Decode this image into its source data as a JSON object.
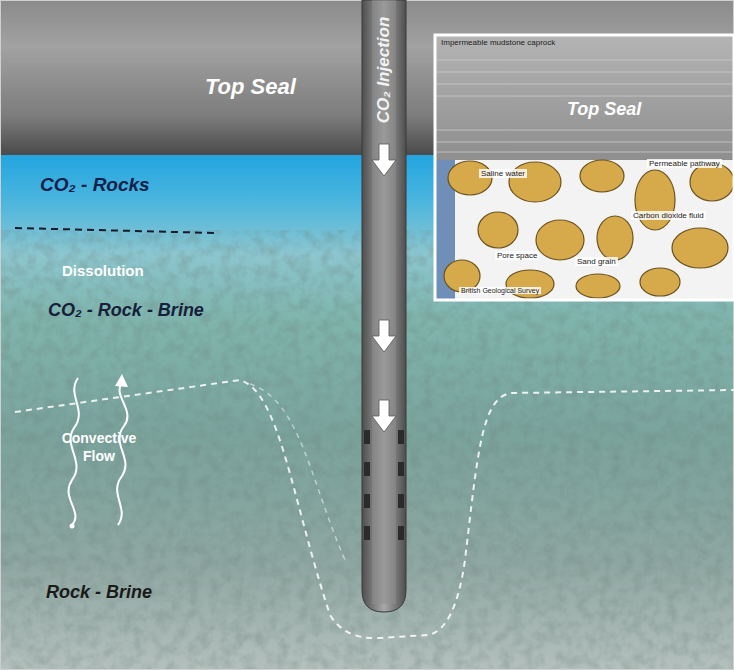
{
  "diagram": {
    "nodes": [
      {
        "text": [
          "Impermeable mudstone caprock",
          "Top Seal",
          "Saline water",
          "Permeable pathway",
          "Pore space",
          "Sand grain",
          "Carbon dioxide fluid",
          "British Geological Survey"
        ]
      },
      {
        "text": [
          "CO₂ Injection"
        ]
      }
    ],
    "labels": [
      "Top Seal",
      "CO₂ - Rocks",
      "Dissolution",
      "CO₂ - Rock - Brine",
      "Convective Flow",
      "Rock - Brine"
    ]
  }
}
